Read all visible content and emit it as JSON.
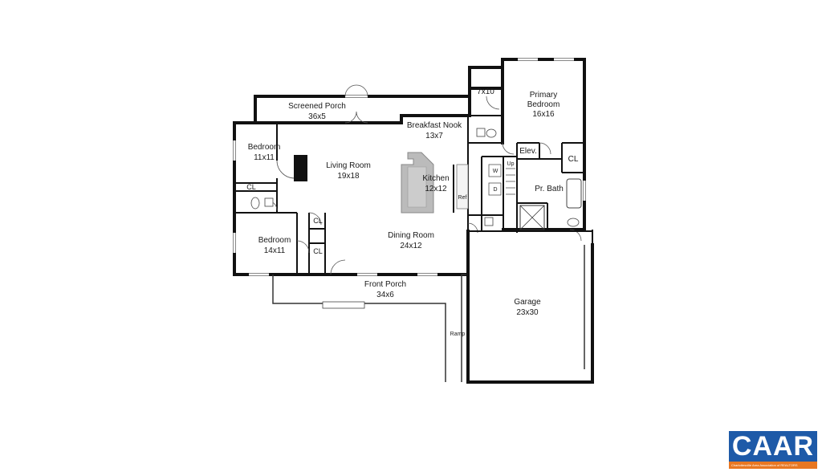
{
  "rooms": {
    "screened_porch": {
      "name": "Screened Porch",
      "size": "36x5"
    },
    "bedroom_1": {
      "name": "Bedroom",
      "size": "11x11"
    },
    "living_room": {
      "name": "Living Room",
      "size": "19x18"
    },
    "breakfast_nook": {
      "name": "Breakfast Nook",
      "size": "13x7"
    },
    "kitchen": {
      "name": "Kitchen",
      "size": "12x12"
    },
    "small_room": {
      "name": "7x10"
    },
    "primary_bedroom": {
      "name_line1": "Primary",
      "name_line2": "Bedroom",
      "size": "16x16"
    },
    "elevator": {
      "name": "Elev."
    },
    "primary_closet": {
      "name": "CL"
    },
    "pr_bath": {
      "name": "Pr. Bath"
    },
    "bedroom_1_closet": {
      "name": "CL"
    },
    "hall_closet": {
      "name": "CL"
    },
    "bedroom_2_closet": {
      "name": "CL"
    },
    "bedroom_2": {
      "name": "Bedroom",
      "size": "14x11"
    },
    "dining_room": {
      "name": "Dining Room",
      "size": "24x12"
    },
    "front_porch": {
      "name": "Front Porch",
      "size": "34x6"
    },
    "garage": {
      "name": "Garage",
      "size": "23x30"
    },
    "ramp": {
      "name": "Ramp"
    },
    "stairs": {
      "name": "Up"
    }
  },
  "appliances": {
    "washer": "W",
    "dryer": "D",
    "fridge": "Ref"
  },
  "logo": {
    "text": "CAAR",
    "tagline": "Charlottesville Area Association of REALTORS"
  },
  "colors": {
    "walls": "#111111",
    "island": "#bbbbbb",
    "logo_blue": "#1e5aa8",
    "logo_orange": "#e87722"
  }
}
